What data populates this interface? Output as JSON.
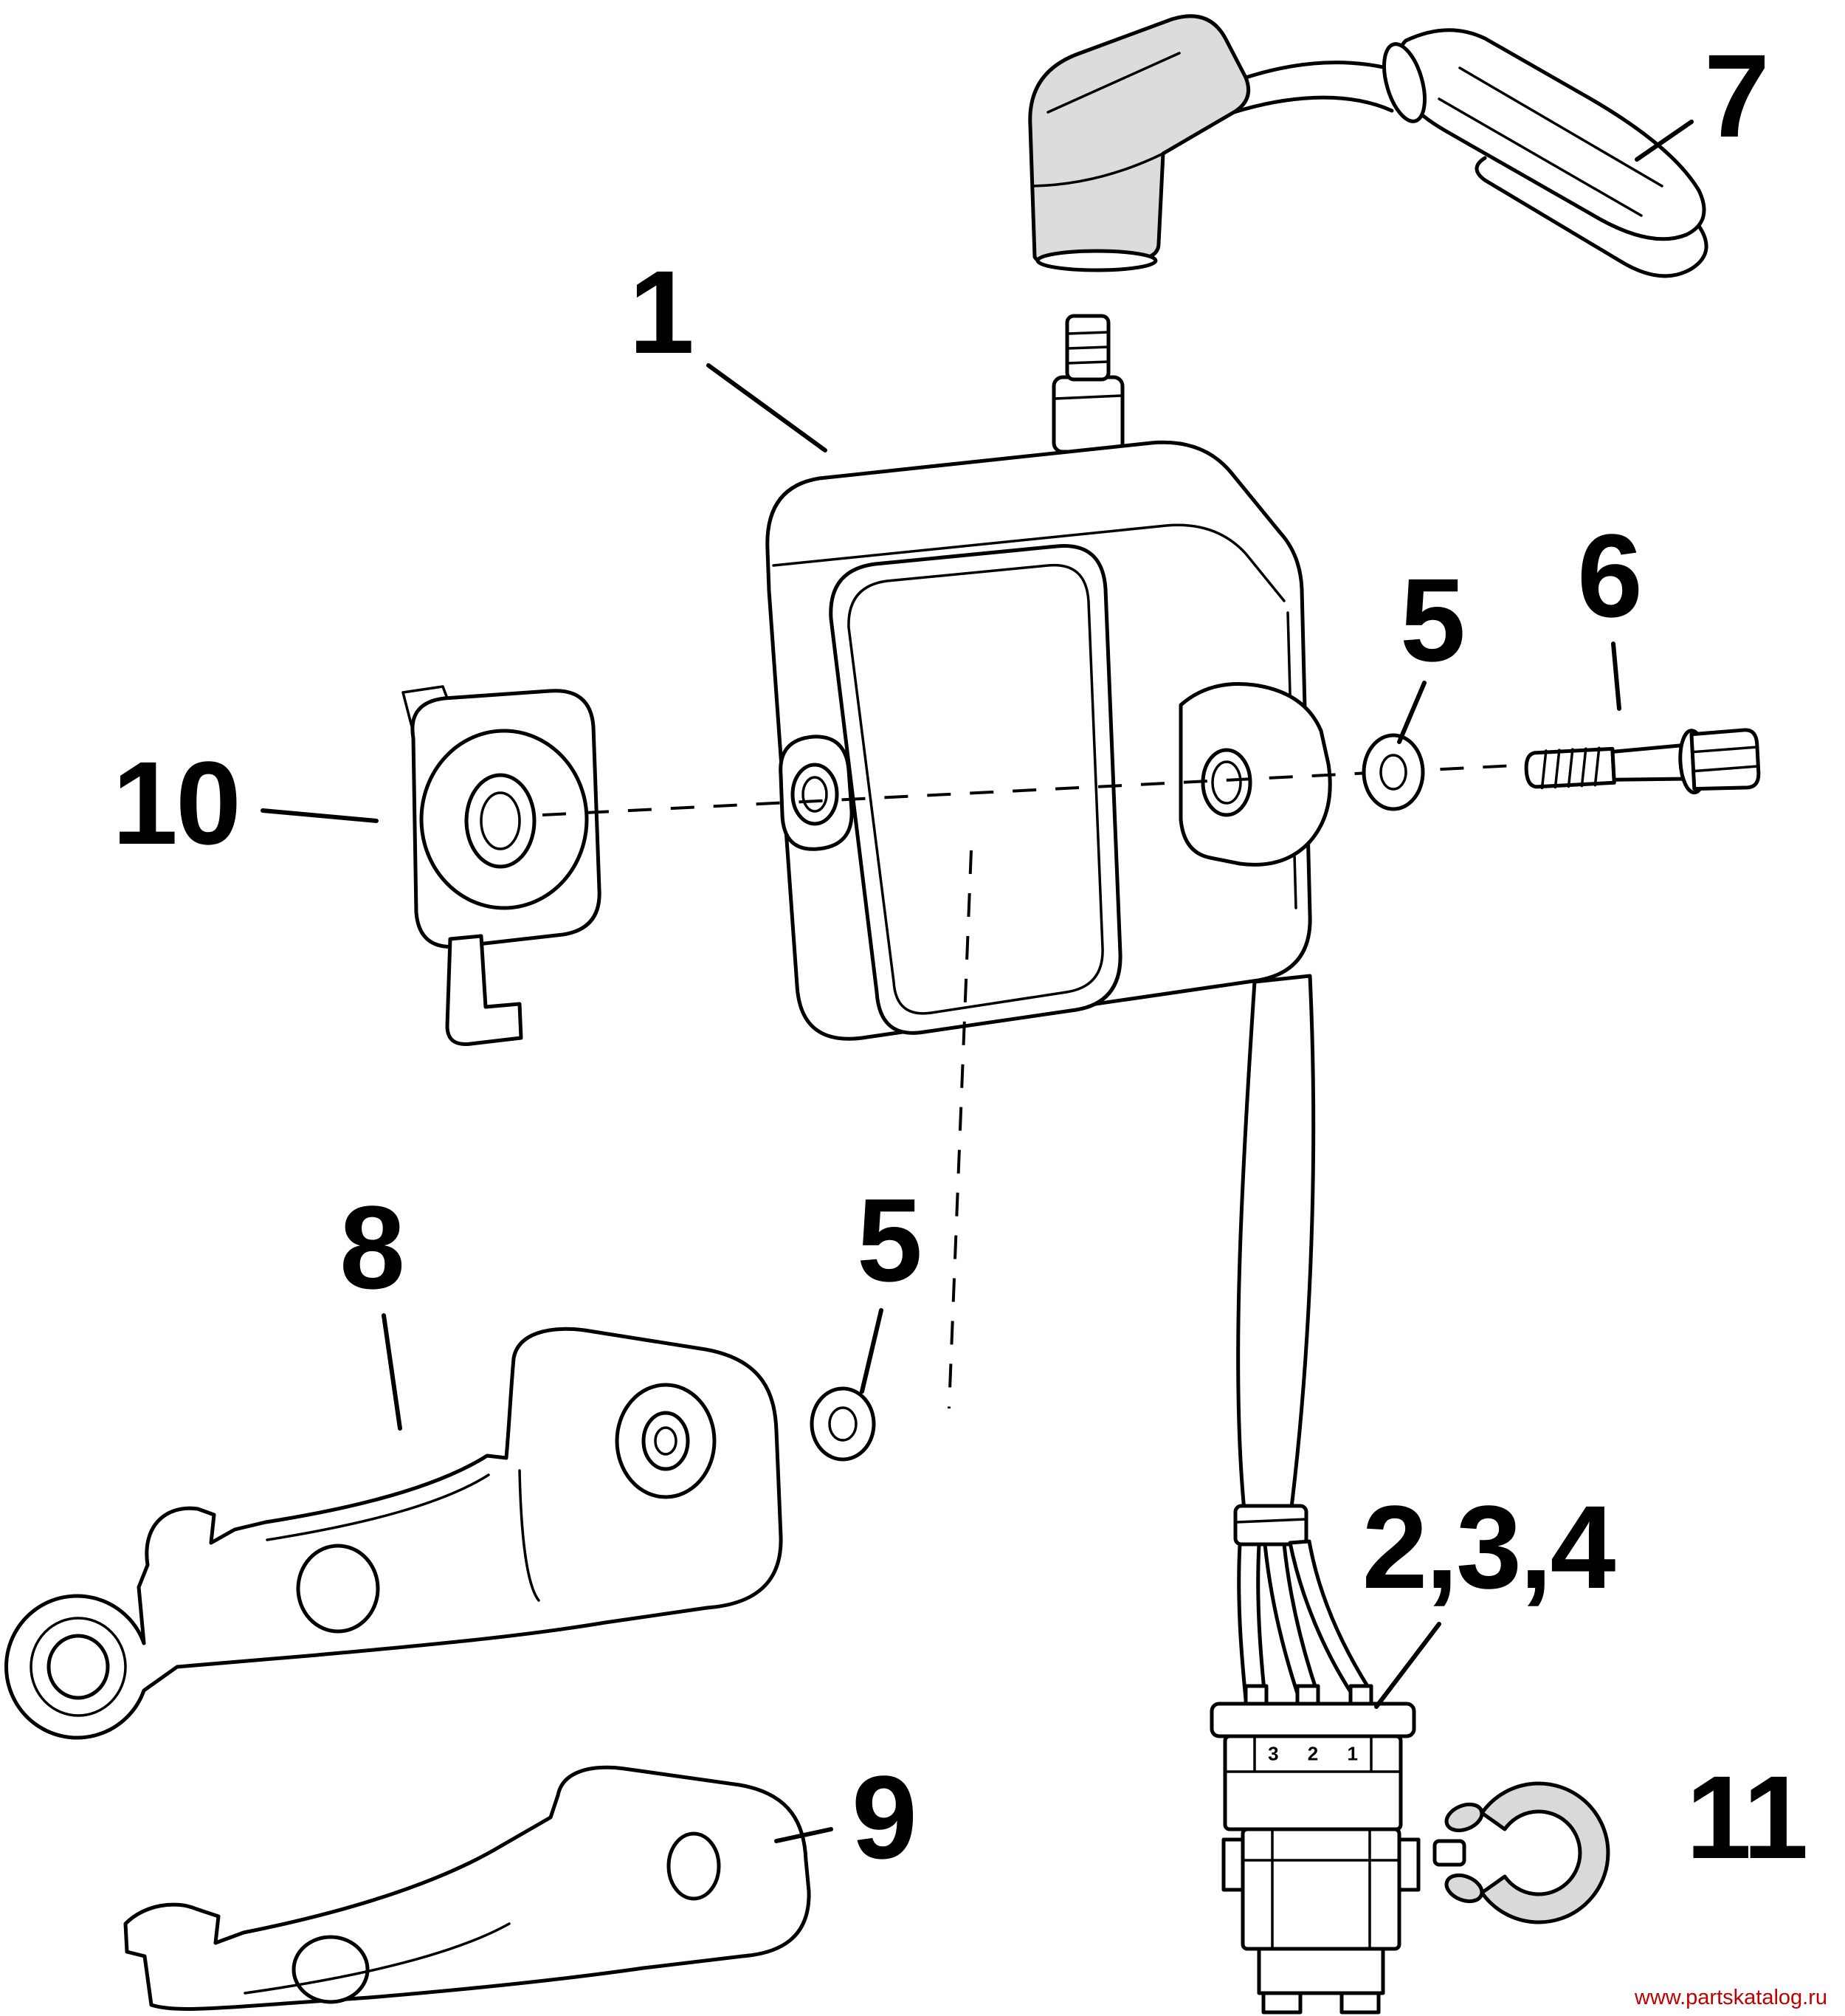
{
  "diagram": {
    "subject": "ignition-coil-exploded-parts-view",
    "background_color": "#ffffff",
    "line_color": "#000000",
    "callouts": {
      "c1": "1",
      "c7": "7",
      "c5_upper": "5",
      "c6": "6",
      "c10": "10",
      "c8": "8",
      "c5_lower": "5",
      "c234": "2,3,4",
      "c9": "9",
      "c11": "11"
    },
    "connector_pin_labels": "3 2 1",
    "watermark": {
      "text": "www.partskatalog.ru",
      "color": "#c00000"
    }
  }
}
